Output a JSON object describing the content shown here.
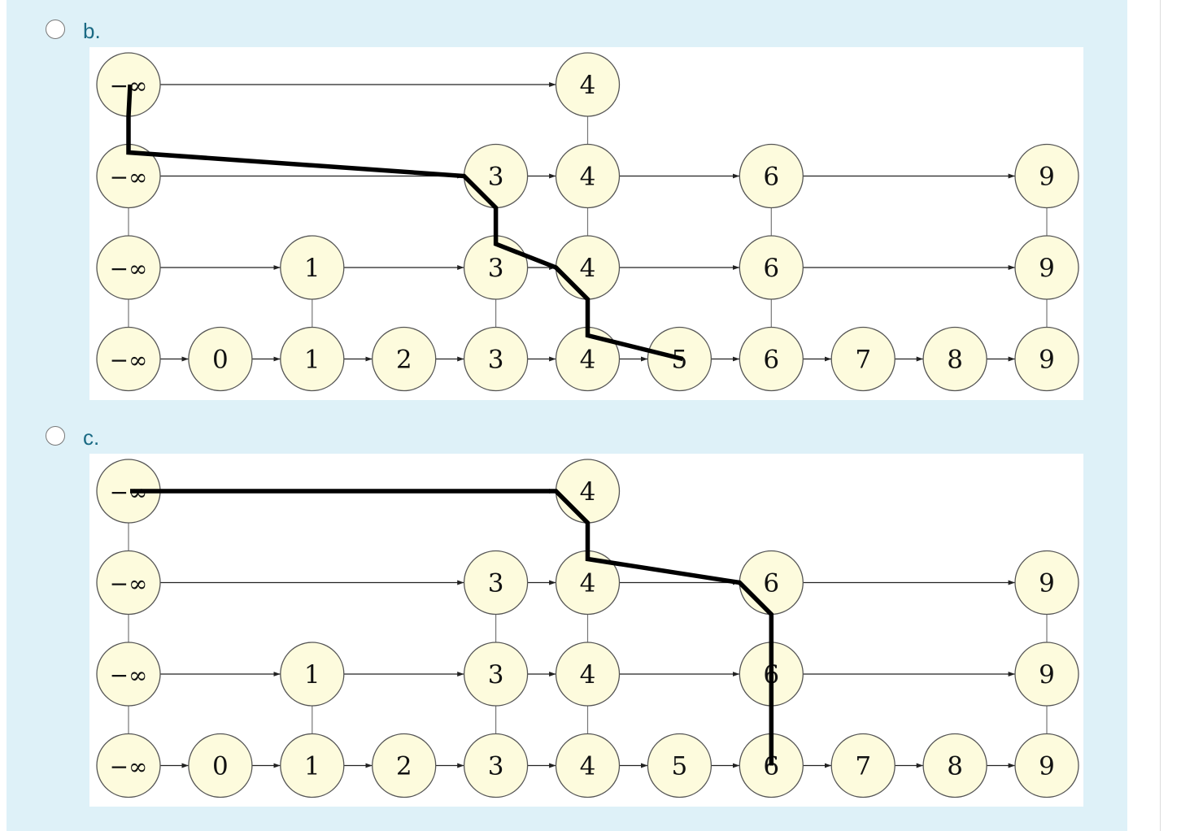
{
  "options": [
    {
      "label": "b.",
      "levels": [
        [
          "−∞",
          "4"
        ],
        [
          "−∞",
          "3",
          "4",
          "6",
          "9"
        ],
        [
          "−∞",
          "1",
          "3",
          "4",
          "6",
          "9"
        ],
        [
          "−∞",
          "0",
          "1",
          "2",
          "3",
          "4",
          "5",
          "6",
          "7",
          "8",
          "9"
        ]
      ],
      "search_path": [
        "L0:−∞",
        "L1:−∞",
        "L1:3",
        "L2:3",
        "L2:4",
        "L3:4",
        "L3:5"
      ]
    },
    {
      "label": "c.",
      "levels": [
        [
          "−∞",
          "4"
        ],
        [
          "−∞",
          "3",
          "4",
          "6",
          "9"
        ],
        [
          "−∞",
          "1",
          "3",
          "4",
          "6",
          "9"
        ],
        [
          "−∞",
          "0",
          "1",
          "2",
          "3",
          "4",
          "5",
          "6",
          "7",
          "8",
          "9"
        ]
      ],
      "search_path": [
        "L0:−∞",
        "L0:4",
        "L1:4",
        "L1:6",
        "L2:6",
        "L3:6"
      ]
    }
  ],
  "colors": {
    "panel_bg": "#def1f8",
    "node_fill": "#fdfbdd",
    "node_stroke": "#555555",
    "path": "#000000",
    "label": "#1a6a84"
  }
}
